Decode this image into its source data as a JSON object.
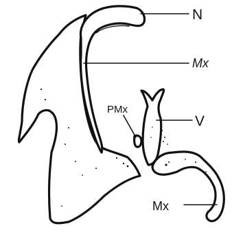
{
  "figure": {
    "labels": {
      "nasal": "N",
      "maxilla_upper": "Mx",
      "vomer": "V",
      "premaxilla": "PMx",
      "maxilla_lower": "Mx"
    },
    "ink_color": "#111111",
    "paper_color": "#ffffff"
  }
}
